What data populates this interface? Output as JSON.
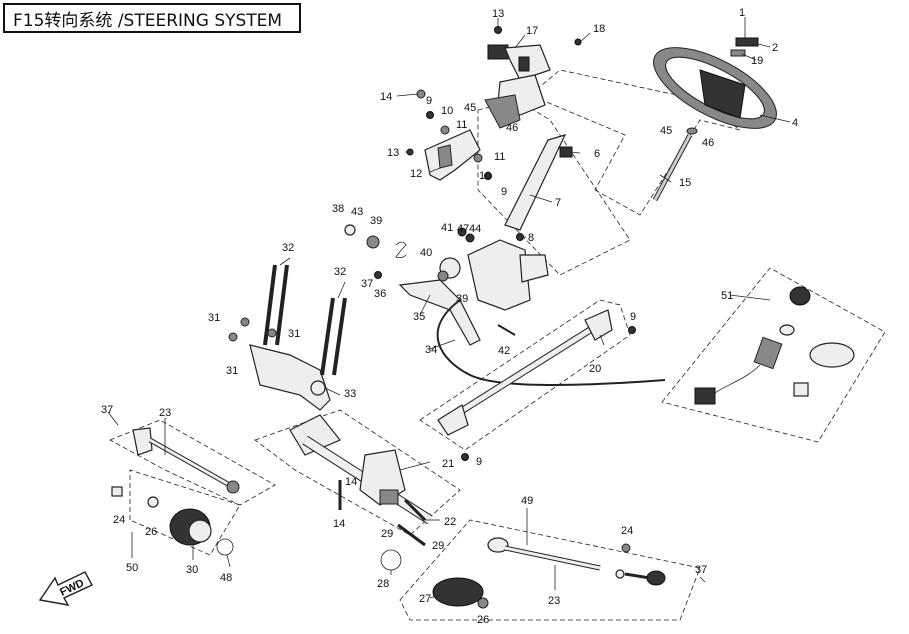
{
  "title": "F15转向系统 /STEERING SYSTEM",
  "direction_marker": "FWD",
  "callouts": {
    "c1": "1",
    "c2": "2",
    "c4": "4",
    "c6": "6",
    "c7": "7",
    "c8": "8",
    "c9a": "9",
    "c9b": "9",
    "c9c": "9",
    "c9d": "9",
    "c10a": "10",
    "c10b": "10",
    "c11a": "11",
    "c11b": "11",
    "c12": "12",
    "c13a": "13",
    "c13b": "13",
    "c14a": "14",
    "c14b": "14",
    "c14c": "14",
    "c15": "15",
    "c17": "17",
    "c18": "18",
    "c19": "19",
    "c20": "20",
    "c21": "21",
    "c22": "22",
    "c23a": "23",
    "c23b": "23",
    "c24a": "24",
    "c24b": "24",
    "c26a": "26",
    "c26b": "26",
    "c27": "27",
    "c28": "28",
    "c29a": "29",
    "c29b": "29",
    "c30": "30",
    "c31a": "31",
    "c31b": "31",
    "c31c": "31",
    "c32a": "32",
    "c32b": "32",
    "c33": "33",
    "c34": "34",
    "c35": "35",
    "c36": "36",
    "c37a": "37",
    "c37b": "37",
    "c37c": "37",
    "c38": "38",
    "c39a": "39",
    "c39b": "39",
    "c40": "40",
    "c41": "41",
    "c42": "42",
    "c43": "43",
    "c44": "44",
    "c45a": "45",
    "c45b": "45",
    "c46a": "46",
    "c46b": "46",
    "c47": "47",
    "c48": "48",
    "c49": "49",
    "c50": "50",
    "c51": "51"
  }
}
